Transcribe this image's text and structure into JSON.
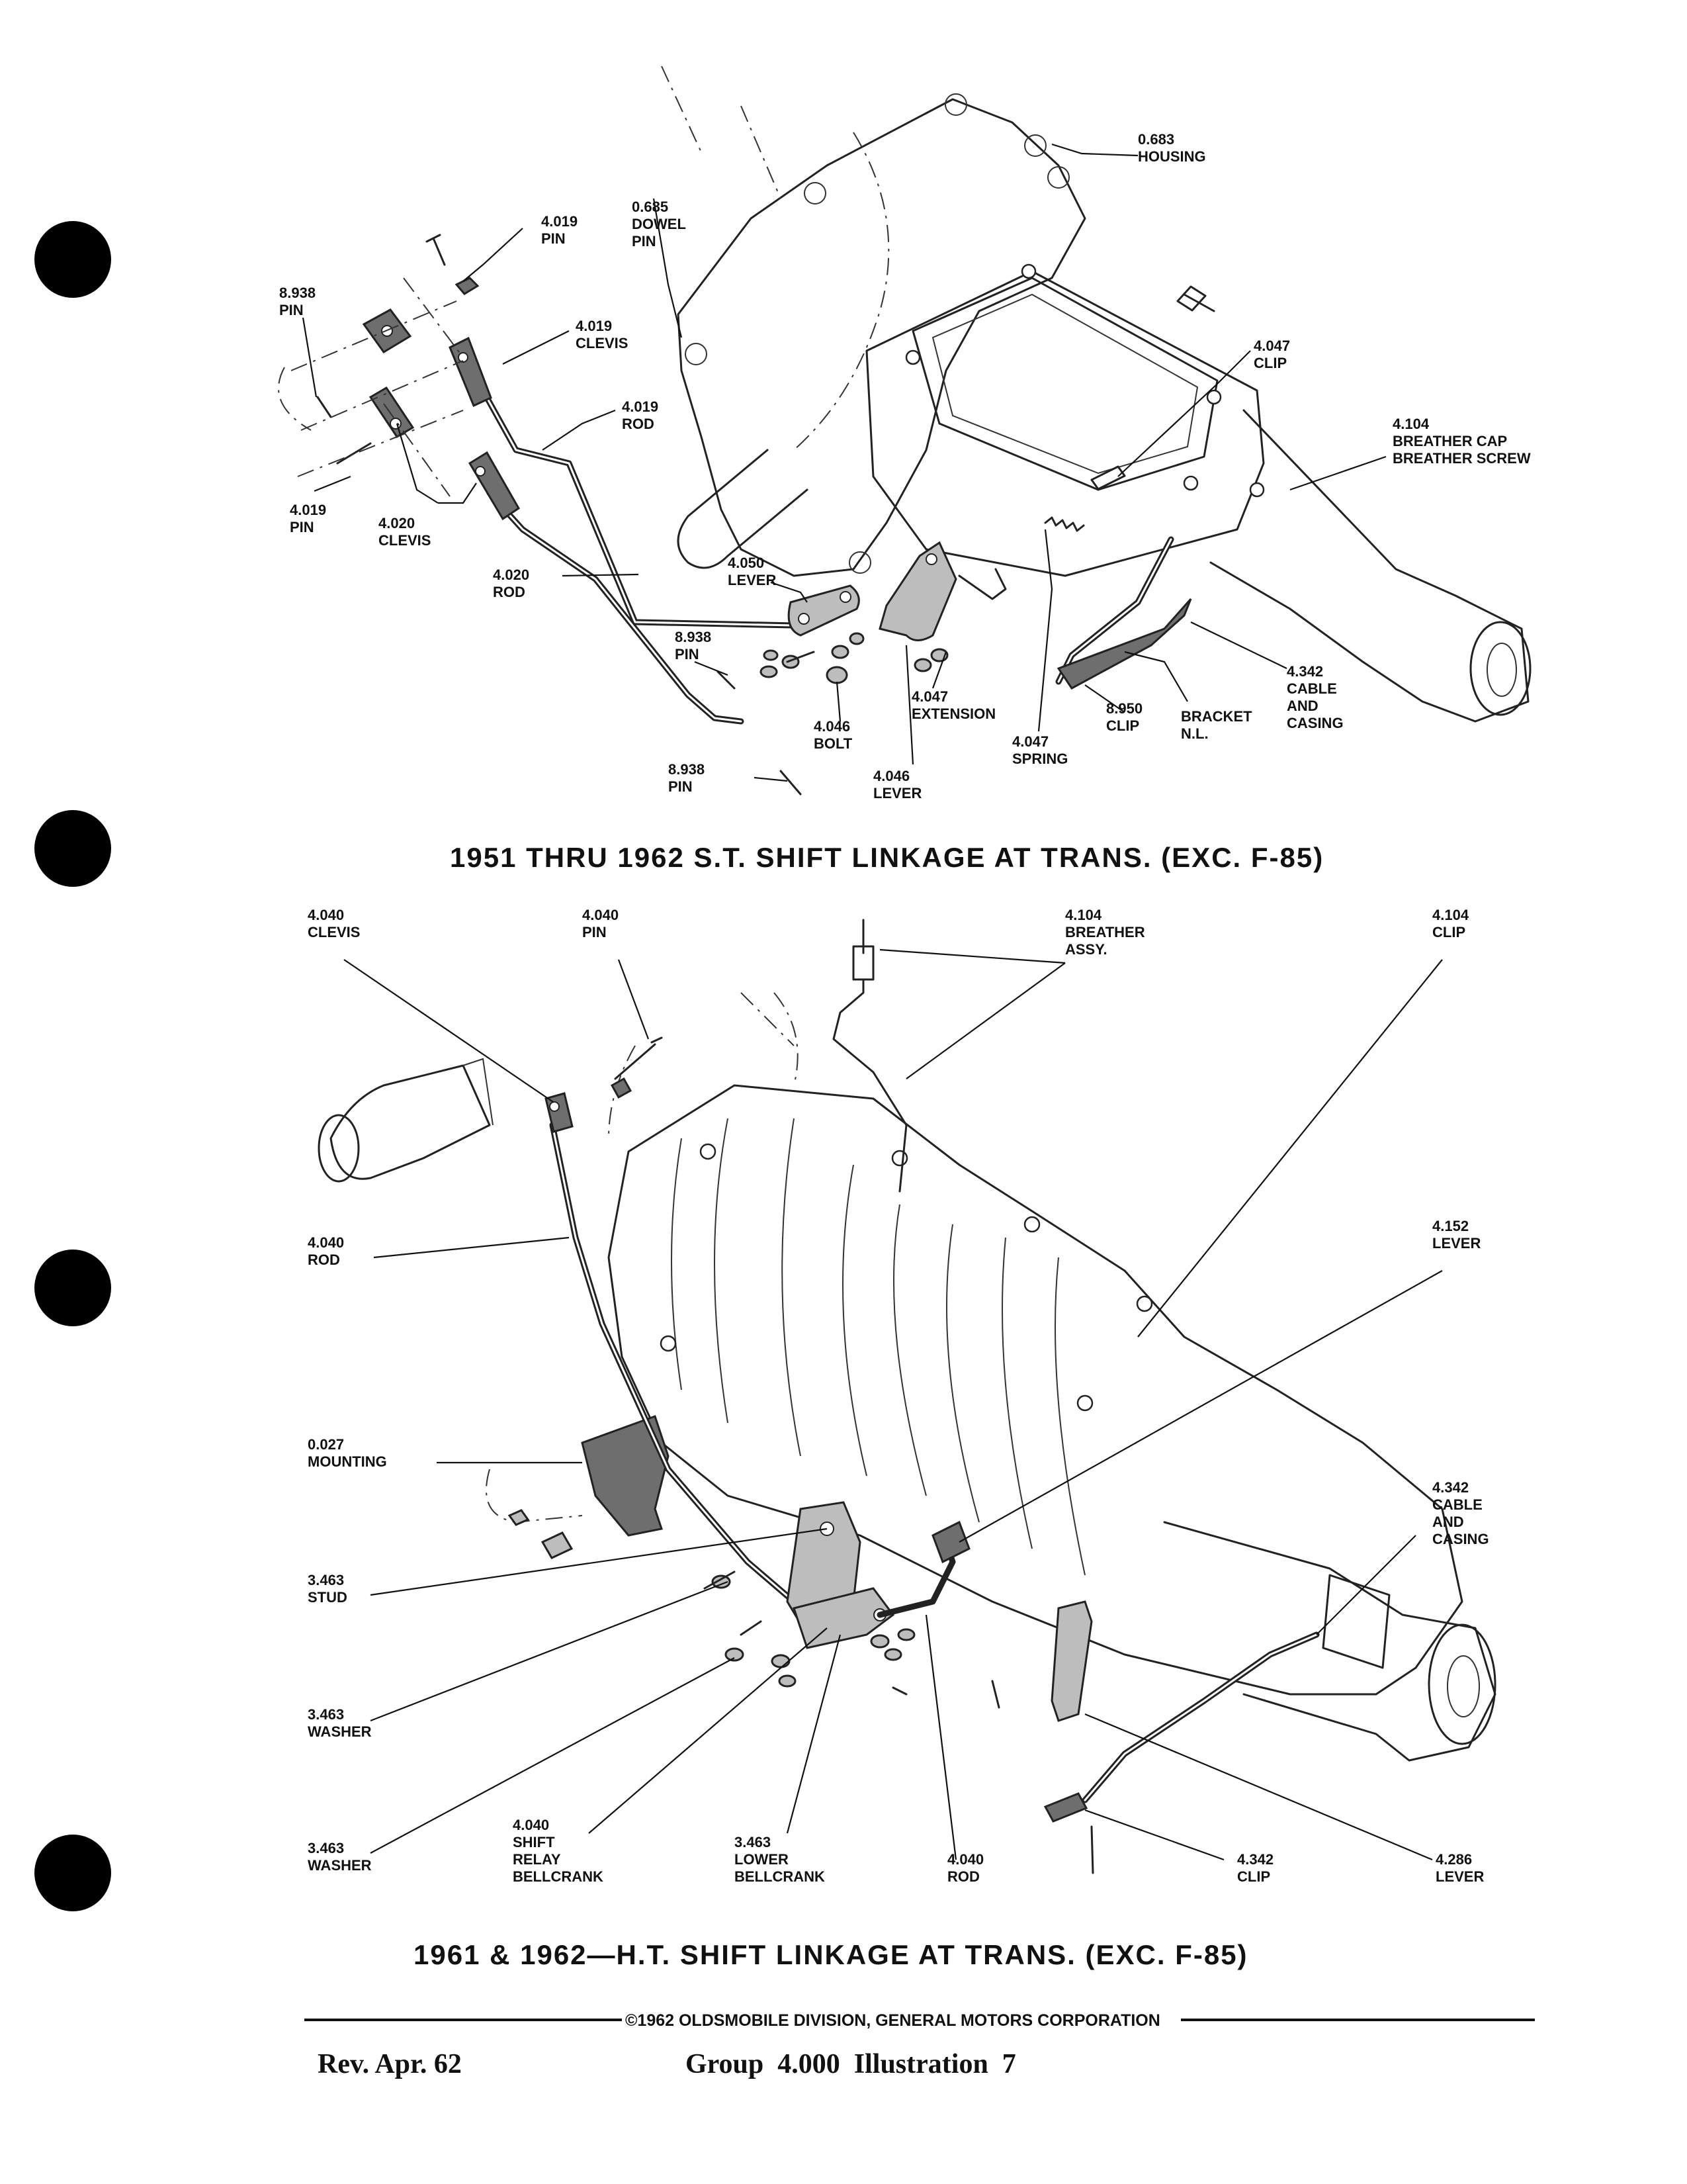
{
  "top_diagram": {
    "title": "1951 THRU 1962 S.T. SHIFT LINKAGE AT TRANS. (EXC. F-85)",
    "callouts": [
      {
        "id": "housing",
        "lines": [
          "0.683",
          "HOUSING"
        ]
      },
      {
        "id": "dowel-pin",
        "lines": [
          "0.685",
          "DOWEL",
          "PIN"
        ]
      },
      {
        "id": "pin-a",
        "lines": [
          "4.019",
          "PIN"
        ]
      },
      {
        "id": "pin-8938-a",
        "lines": [
          "8.938",
          "PIN"
        ]
      },
      {
        "id": "clevis-4019",
        "lines": [
          "4.019",
          "CLEVIS"
        ]
      },
      {
        "id": "rod-4019",
        "lines": [
          "4.019",
          "ROD"
        ]
      },
      {
        "id": "clip-4047",
        "lines": [
          "4.047",
          "CLIP"
        ]
      },
      {
        "id": "breather",
        "lines": [
          "4.104",
          "BREATHER CAP",
          "BREATHER SCREW"
        ]
      },
      {
        "id": "pin-b",
        "lines": [
          "4.019",
          "PIN"
        ]
      },
      {
        "id": "clevis-4020",
        "lines": [
          "4.020",
          "CLEVIS"
        ]
      },
      {
        "id": "rod-4020",
        "lines": [
          "4.020",
          "ROD"
        ]
      },
      {
        "id": "lever-4050",
        "lines": [
          "4.050",
          "LEVER"
        ]
      },
      {
        "id": "pin-8938-b",
        "lines": [
          "8.938",
          "PIN"
        ]
      },
      {
        "id": "bolt-4046",
        "lines": [
          "4.046",
          "BOLT"
        ]
      },
      {
        "id": "extension-4047",
        "lines": [
          "4.047",
          "EXTENSION"
        ]
      },
      {
        "id": "lever-4046",
        "lines": [
          "4.046",
          "LEVER"
        ]
      },
      {
        "id": "spring-4047",
        "lines": [
          "4.047",
          "SPRING"
        ]
      },
      {
        "id": "clip-8950",
        "lines": [
          "8.950",
          "CLIP"
        ]
      },
      {
        "id": "bracket",
        "lines": [
          "BRACKET",
          "N.L."
        ]
      },
      {
        "id": "cable-4342",
        "lines": [
          "4.342",
          "CABLE",
          "AND",
          "CASING"
        ]
      },
      {
        "id": "pin-8938-c",
        "lines": [
          "8.938",
          "PIN"
        ]
      }
    ]
  },
  "bottom_diagram": {
    "title": "1961 & 1962—H.T. SHIFT LINKAGE AT TRANS. (EXC. F-85)",
    "callouts": [
      {
        "id": "clevis-4040",
        "lines": [
          "4.040",
          "CLEVIS"
        ]
      },
      {
        "id": "pin-4040",
        "lines": [
          "4.040",
          "PIN"
        ]
      },
      {
        "id": "breather-assy",
        "lines": [
          "4.104",
          "BREATHER",
          "ASSY."
        ]
      },
      {
        "id": "clip-4104",
        "lines": [
          "4.104",
          "CLIP"
        ]
      },
      {
        "id": "rod-4040-a",
        "lines": [
          "4.040",
          "ROD"
        ]
      },
      {
        "id": "lever-4152",
        "lines": [
          "4.152",
          "LEVER"
        ]
      },
      {
        "id": "mounting",
        "lines": [
          "0.027",
          "MOUNTING"
        ]
      },
      {
        "id": "cable-4342-b",
        "lines": [
          "4.342",
          "CABLE",
          "AND",
          "CASING"
        ]
      },
      {
        "id": "stud",
        "lines": [
          "3.463",
          "STUD"
        ]
      },
      {
        "id": "washer-a",
        "lines": [
          "3.463",
          "WASHER"
        ]
      },
      {
        "id": "washer-b",
        "lines": [
          "3.463",
          "WASHER"
        ]
      },
      {
        "id": "relay-bellcrank",
        "lines": [
          "4.040",
          "SHIFT",
          "RELAY",
          "BELLCRANK"
        ]
      },
      {
        "id": "lower-bellcrank",
        "lines": [
          "3.463",
          "LOWER",
          "BELLCRANK"
        ]
      },
      {
        "id": "rod-4040-b",
        "lines": [
          "4.040",
          "ROD"
        ]
      },
      {
        "id": "clip-4342",
        "lines": [
          "4.342",
          "CLIP"
        ]
      },
      {
        "id": "lever-4286",
        "lines": [
          "4.286",
          "LEVER"
        ]
      }
    ]
  },
  "footer": {
    "copyright": "©1962 OLDSMOBILE DIVISION, GENERAL MOTORS CORPORATION",
    "revision": "Rev. Apr. 62",
    "group": "Group  4.000  Illustration  7"
  }
}
